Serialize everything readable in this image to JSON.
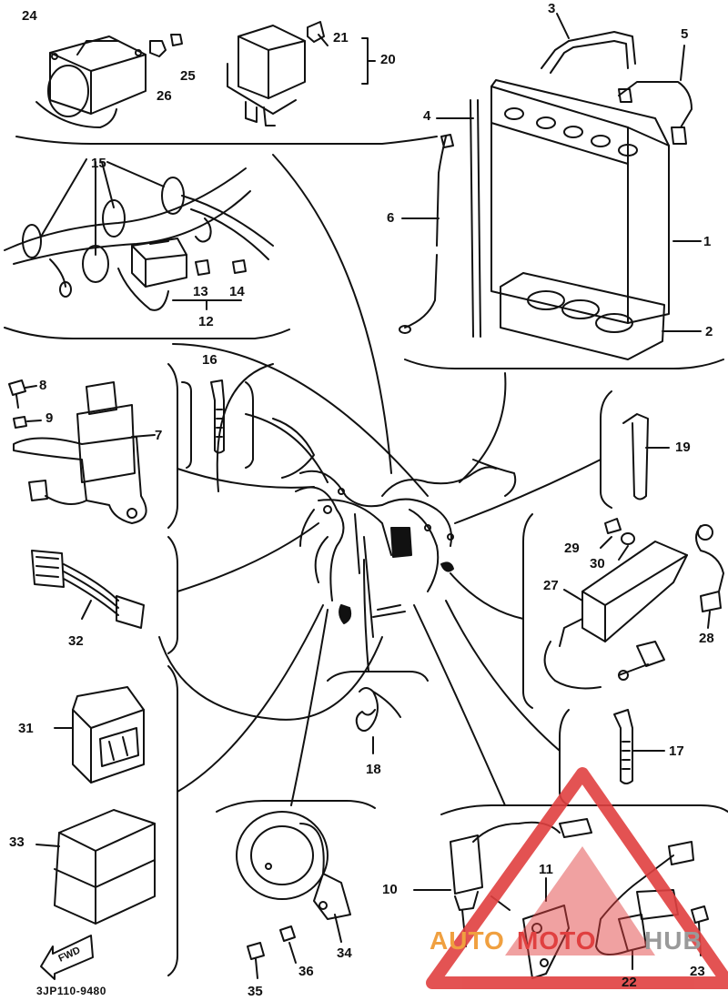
{
  "part_labels": [
    "1",
    "2",
    "3",
    "4",
    "5",
    "6",
    "7",
    "8",
    "9",
    "10",
    "11",
    "12",
    "13",
    "14",
    "15",
    "16",
    "17",
    "18",
    "19",
    "20",
    "21",
    "22",
    "23",
    "24",
    "25",
    "26",
    "27",
    "28",
    "29",
    "30",
    "31",
    "32",
    "33",
    "34",
    "35",
    "36"
  ],
  "diagram_code": "3JP110-9480",
  "fwd_label": "FWD",
  "watermark": {
    "left": "AUTO",
    "middle": "MOTO",
    "right": "HUB"
  },
  "colors": {
    "line": "#111111",
    "watermark_red": "#e04040",
    "watermark_orange": "#f0a040",
    "watermark_gray": "#9a9a9a"
  }
}
